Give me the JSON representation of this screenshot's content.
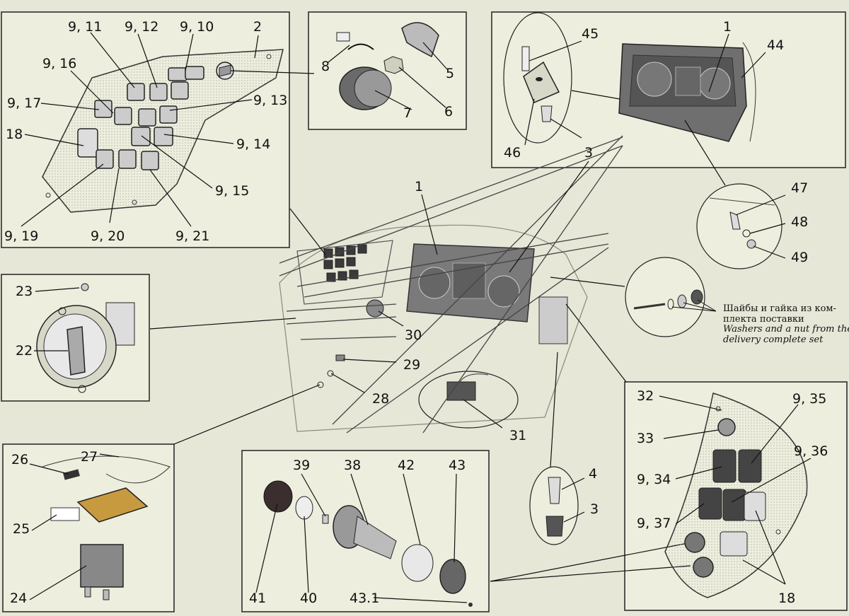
{
  "background_color": "#e7e7d8",
  "note": {
    "ru_line1": "Шайбы и гайка из ком-",
    "ru_line2": "плекта поставки",
    "en_line1": "Washers and a nut from the",
    "en_line2": "delivery complete set"
  },
  "labels": {
    "l_9_11": "9, 11",
    "l_9_12": "9, 12",
    "l_9_10": "9, 10",
    "l_2": "2",
    "l_9_16": "9, 16",
    "l_9_17": "9, 17",
    "l_9_13": "9, 13",
    "l_18a": "18",
    "l_9_14": "9, 14",
    "l_9_15": "9, 15",
    "l_9_19": "9, 19",
    "l_9_20": "9, 20",
    "l_9_21": "9, 21",
    "l_8": "8",
    "l_5": "5",
    "l_6": "6",
    "l_7": "7",
    "l_45": "45",
    "l_1a": "1",
    "l_44": "44",
    "l_46": "46",
    "l_3a": "3",
    "l_1b": "1",
    "l_47": "47",
    "l_48": "48",
    "l_49": "49",
    "l_23": "23",
    "l_22": "22",
    "l_30": "30",
    "l_29": "29",
    "l_28": "28",
    "l_31": "31",
    "l_26": "26",
    "l_27": "27",
    "l_25": "25",
    "l_24": "24",
    "l_39": "39",
    "l_38": "38",
    "l_42": "42",
    "l_43": "43",
    "l_41": "41",
    "l_40": "40",
    "l_43_1": "43.1",
    "l_4": "4",
    "l_3b": "3",
    "l_32": "32",
    "l_33": "33",
    "l_9_35": "9, 35",
    "l_9_34": "9, 34",
    "l_9_36": "9, 36",
    "l_9_37": "9, 37",
    "l_18b": "18"
  }
}
